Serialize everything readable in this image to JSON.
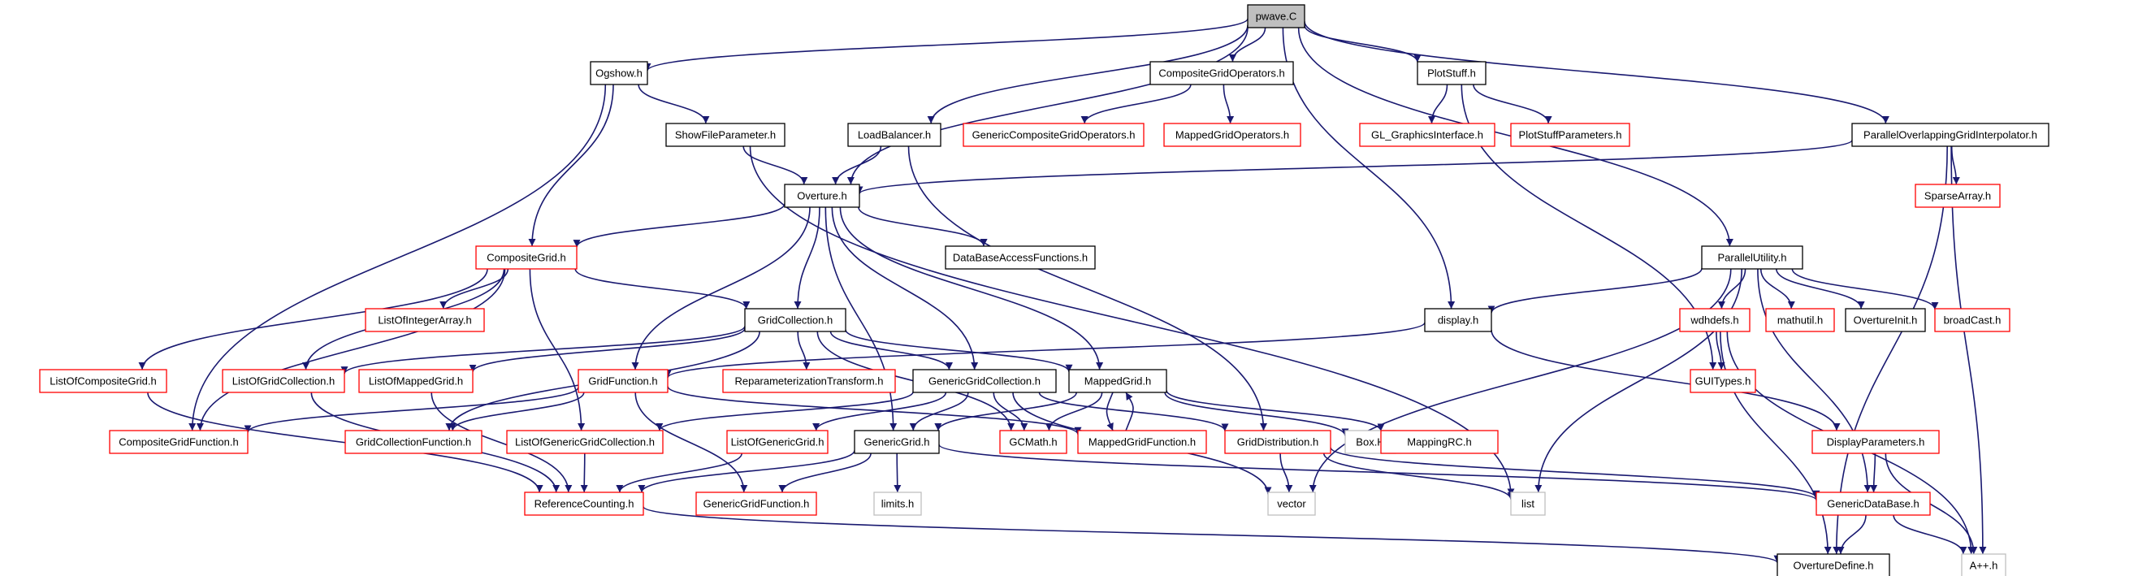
{
  "colors": {
    "edge": "#191970",
    "root_fill": "#bfbfbf",
    "border_black": "#000000",
    "border_red": "#ff0000",
    "border_gray": "#bfbfbf"
  },
  "nodes": [
    {
      "id": "pwave",
      "label": "pwave.C",
      "kind": "root"
    },
    {
      "id": "ogshow",
      "label": "Ogshow.h",
      "kind": "black"
    },
    {
      "id": "cgo",
      "label": "CompositeGridOperators.h",
      "kind": "black"
    },
    {
      "id": "plotstuff",
      "label": "PlotStuff.h",
      "kind": "black"
    },
    {
      "id": "showfile",
      "label": "ShowFileParameter.h",
      "kind": "black"
    },
    {
      "id": "loadbal",
      "label": "LoadBalancer.h",
      "kind": "black"
    },
    {
      "id": "gcgo",
      "label": "GenericCompositeGridOperators.h",
      "kind": "red"
    },
    {
      "id": "mgo",
      "label": "MappedGridOperators.h",
      "kind": "red"
    },
    {
      "id": "glgi",
      "label": "GL_GraphicsInterface.h",
      "kind": "red"
    },
    {
      "id": "psp",
      "label": "PlotStuffParameters.h",
      "kind": "red"
    },
    {
      "id": "pogi",
      "label": "ParallelOverlappingGridInterpolator.h",
      "kind": "black"
    },
    {
      "id": "overture",
      "label": "Overture.h",
      "kind": "black"
    },
    {
      "id": "sparse",
      "label": "SparseArray.h",
      "kind": "red"
    },
    {
      "id": "compgrid",
      "label": "CompositeGrid.h",
      "kind": "red"
    },
    {
      "id": "dbaf",
      "label": "DataBaseAccessFunctions.h",
      "kind": "black"
    },
    {
      "id": "parutil",
      "label": "ParallelUtility.h",
      "kind": "black"
    },
    {
      "id": "loia",
      "label": "ListOfIntegerArray.h",
      "kind": "red"
    },
    {
      "id": "gridcoll",
      "label": "GridCollection.h",
      "kind": "black"
    },
    {
      "id": "display",
      "label": "display.h",
      "kind": "black"
    },
    {
      "id": "wdhdefs",
      "label": "wdhdefs.h",
      "kind": "red"
    },
    {
      "id": "mathutil",
      "label": "mathutil.h",
      "kind": "red"
    },
    {
      "id": "ovinit",
      "label": "OvertureInit.h",
      "kind": "black"
    },
    {
      "id": "broadcast",
      "label": "broadCast.h",
      "kind": "red"
    },
    {
      "id": "locg",
      "label": "ListOfCompositeGrid.h",
      "kind": "red"
    },
    {
      "id": "logc",
      "label": "ListOfGridCollection.h",
      "kind": "red"
    },
    {
      "id": "lomg",
      "label": "ListOfMappedGrid.h",
      "kind": "red"
    },
    {
      "id": "gridfunc",
      "label": "GridFunction.h",
      "kind": "red"
    },
    {
      "id": "reparam",
      "label": "ReparameterizationTransform.h",
      "kind": "red"
    },
    {
      "id": "ggc",
      "label": "GenericGridCollection.h",
      "kind": "black"
    },
    {
      "id": "mappedgrid",
      "label": "MappedGrid.h",
      "kind": "black"
    },
    {
      "id": "guitypes",
      "label": "GUITypes.h",
      "kind": "red"
    },
    {
      "id": "cgf",
      "label": "CompositeGridFunction.h",
      "kind": "red"
    },
    {
      "id": "gcf",
      "label": "GridCollectionFunction.h",
      "kind": "red"
    },
    {
      "id": "loggc",
      "label": "ListOfGenericGridCollection.h",
      "kind": "red"
    },
    {
      "id": "logg",
      "label": "ListOfGenericGrid.h",
      "kind": "red"
    },
    {
      "id": "genericgrid",
      "label": "GenericGrid.h",
      "kind": "black"
    },
    {
      "id": "gcmath",
      "label": "GCMath.h",
      "kind": "red"
    },
    {
      "id": "mgf",
      "label": "MappedGridFunction.h",
      "kind": "red"
    },
    {
      "id": "griddist",
      "label": "GridDistribution.h",
      "kind": "red"
    },
    {
      "id": "boxh",
      "label": "Box.H",
      "kind": "gray"
    },
    {
      "id": "mappingrc",
      "label": "MappingRC.h",
      "kind": "red"
    },
    {
      "id": "dispparams",
      "label": "DisplayParameters.h",
      "kind": "red"
    },
    {
      "id": "refcount",
      "label": "ReferenceCounting.h",
      "kind": "red"
    },
    {
      "id": "ggf",
      "label": "GenericGridFunction.h",
      "kind": "red"
    },
    {
      "id": "limits",
      "label": "limits.h",
      "kind": "gray"
    },
    {
      "id": "vector",
      "label": "vector",
      "kind": "gray"
    },
    {
      "id": "list",
      "label": "list",
      "kind": "gray"
    },
    {
      "id": "gdb",
      "label": "GenericDataBase.h",
      "kind": "red"
    },
    {
      "id": "ovdefine",
      "label": "OvertureDefine.h",
      "kind": "black"
    },
    {
      "id": "app",
      "label": "A++.h",
      "kind": "gray"
    }
  ],
  "edges": [
    [
      "pwave",
      "ogshow"
    ],
    [
      "pwave",
      "cgo"
    ],
    [
      "pwave",
      "plotstuff"
    ],
    [
      "pwave",
      "loadbal"
    ],
    [
      "pwave",
      "overture"
    ],
    [
      "pwave",
      "pogi"
    ],
    [
      "pwave",
      "display"
    ],
    [
      "pwave",
      "parutil"
    ],
    [
      "ogshow",
      "showfile"
    ],
    [
      "ogshow",
      "compgrid"
    ],
    [
      "ogshow",
      "cgf"
    ],
    [
      "cgo",
      "gcgo"
    ],
    [
      "cgo",
      "mgo"
    ],
    [
      "plotstuff",
      "glgi"
    ],
    [
      "plotstuff",
      "psp"
    ],
    [
      "plotstuff",
      "guitypes"
    ],
    [
      "showfile",
      "overture"
    ],
    [
      "showfile",
      "list"
    ],
    [
      "loadbal",
      "overture"
    ],
    [
      "loadbal",
      "griddist"
    ],
    [
      "pogi",
      "overture"
    ],
    [
      "pogi",
      "sparse"
    ],
    [
      "pogi",
      "ovdefine"
    ],
    [
      "pogi",
      "app"
    ],
    [
      "overture",
      "compgrid"
    ],
    [
      "overture",
      "dbaf"
    ],
    [
      "overture",
      "gridcoll"
    ],
    [
      "overture",
      "gridfunc"
    ],
    [
      "overture",
      "ggc"
    ],
    [
      "overture",
      "mappedgrid"
    ],
    [
      "overture",
      "genericgrid"
    ],
    [
      "compgrid",
      "loia"
    ],
    [
      "compgrid",
      "gridcoll"
    ],
    [
      "compgrid",
      "locg"
    ],
    [
      "compgrid",
      "logc"
    ],
    [
      "compgrid",
      "cgf"
    ],
    [
      "compgrid",
      "loggc"
    ],
    [
      "gridcoll",
      "logc"
    ],
    [
      "gridcoll",
      "lomg"
    ],
    [
      "gridcoll",
      "reparam"
    ],
    [
      "gridcoll",
      "ggc"
    ],
    [
      "gridcoll",
      "mappedgrid"
    ],
    [
      "gridcoll",
      "gcf"
    ],
    [
      "gridcoll",
      "gcmath"
    ],
    [
      "parutil",
      "display"
    ],
    [
      "parutil",
      "wdhdefs"
    ],
    [
      "parutil",
      "mathutil"
    ],
    [
      "parutil",
      "ovinit"
    ],
    [
      "parutil",
      "broadcast"
    ],
    [
      "parutil",
      "list"
    ],
    [
      "parutil",
      "vector"
    ],
    [
      "parutil",
      "gdb"
    ],
    [
      "display",
      "gridfunc"
    ],
    [
      "display",
      "dispparams"
    ],
    [
      "wdhdefs",
      "guitypes"
    ],
    [
      "wdhdefs",
      "ovdefine"
    ],
    [
      "wdhdefs",
      "app"
    ],
    [
      "locg",
      "refcount"
    ],
    [
      "logc",
      "refcount"
    ],
    [
      "lomg",
      "refcount"
    ],
    [
      "gridfunc",
      "cgf"
    ],
    [
      "gridfunc",
      "gcf"
    ],
    [
      "gridfunc",
      "mgf"
    ],
    [
      "gridfunc",
      "ggf"
    ],
    [
      "ggc",
      "loggc"
    ],
    [
      "ggc",
      "logg"
    ],
    [
      "ggc",
      "genericgrid"
    ],
    [
      "ggc",
      "gcmath"
    ],
    [
      "ggc",
      "griddist"
    ],
    [
      "ggc",
      "vector"
    ],
    [
      "mappedgrid",
      "genericgrid"
    ],
    [
      "mappedgrid",
      "gcmath"
    ],
    [
      "mappedgrid",
      "mgf"
    ],
    [
      "mappedgrid",
      "boxh"
    ],
    [
      "mappedgrid",
      "mappingrc"
    ],
    [
      "mgf",
      "mappedgrid"
    ],
    [
      "loggc",
      "refcount"
    ],
    [
      "logg",
      "refcount"
    ],
    [
      "genericgrid",
      "refcount"
    ],
    [
      "genericgrid",
      "ggf"
    ],
    [
      "genericgrid",
      "limits"
    ],
    [
      "genericgrid",
      "gdb"
    ],
    [
      "griddist",
      "vector"
    ],
    [
      "griddist",
      "list"
    ],
    [
      "griddist",
      "gdb"
    ],
    [
      "dispparams",
      "gdb"
    ],
    [
      "dispparams",
      "app"
    ],
    [
      "refcount",
      "ovdefine"
    ],
    [
      "gdb",
      "ovdefine"
    ],
    [
      "gdb",
      "app"
    ]
  ]
}
